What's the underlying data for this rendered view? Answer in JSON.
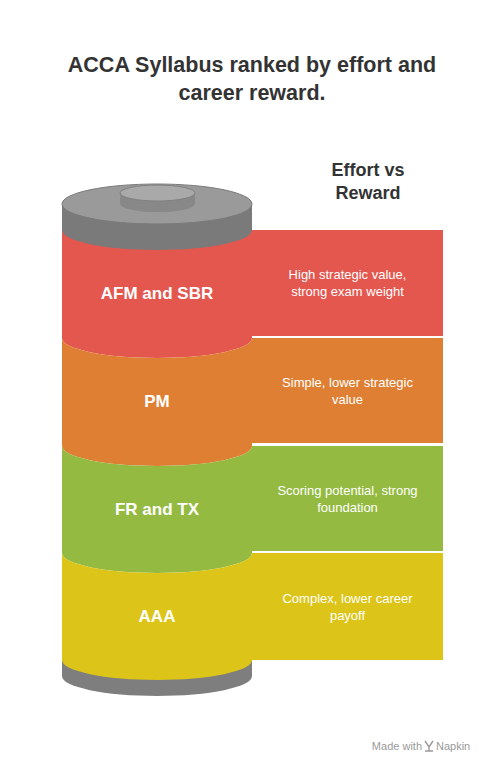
{
  "diagram": {
    "title": "ACCA Syllabus ranked by effort and career reward.",
    "nodes": [
      {
        "text": [
          "AFM and SBR"
        ]
      },
      {
        "text": [
          "High strategic value, strong exam weight"
        ]
      },
      {
        "text": [
          "PM"
        ]
      },
      {
        "text": [
          "Simple, lower strategic value"
        ]
      },
      {
        "text": [
          "FR and TX"
        ]
      },
      {
        "text": [
          "Scoring potential, strong foundation"
        ]
      },
      {
        "text": [
          "AAA"
        ]
      },
      {
        "text": [
          "Complex, lower career payoff"
        ]
      }
    ],
    "labels": [
      "Effort vs Reward",
      "Made with",
      "Napkin"
    ]
  }
}
